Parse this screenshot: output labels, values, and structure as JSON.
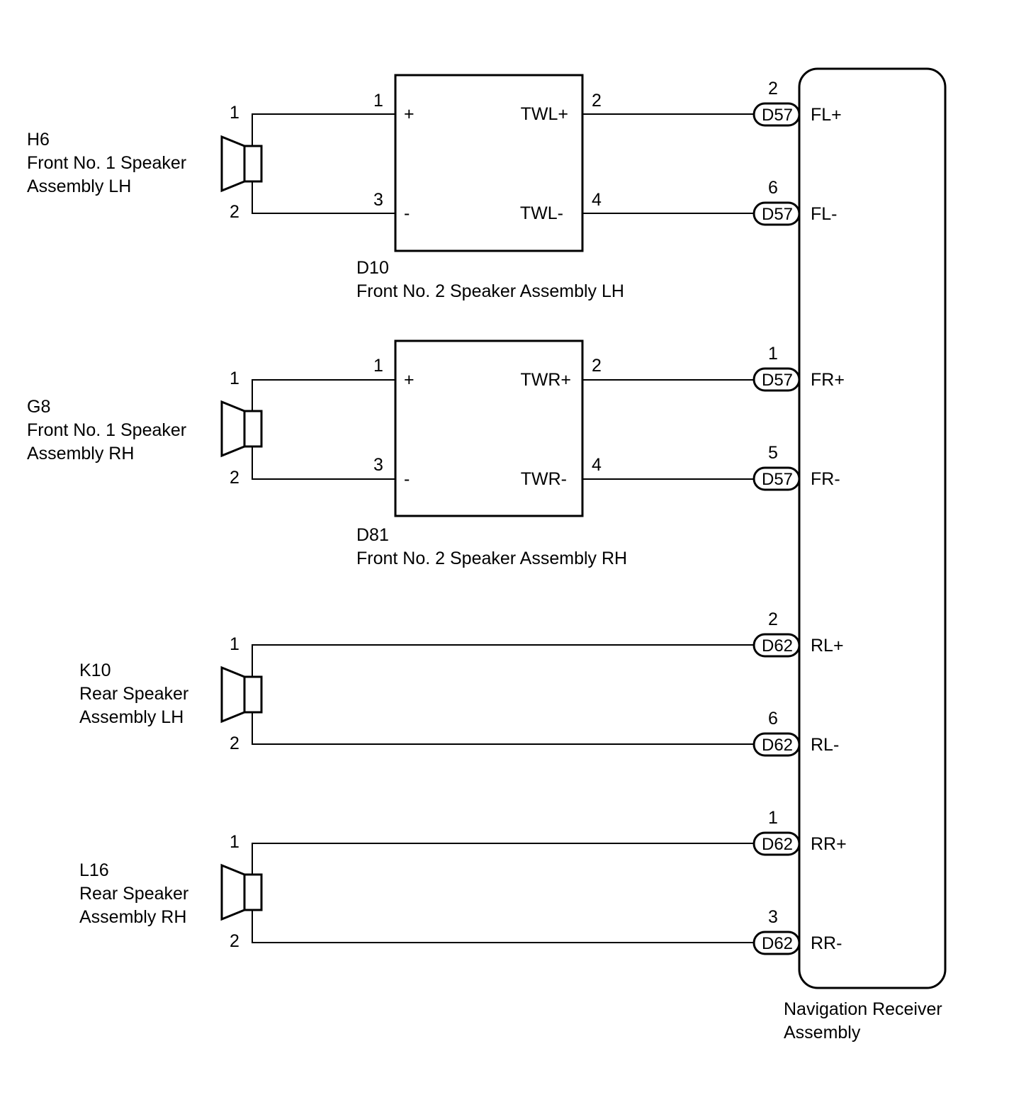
{
  "speakers": [
    {
      "code": "H6",
      "name1": "Front No. 1 Speaker",
      "name2": "Assembly LH",
      "pin_top": "1",
      "pin_bottom": "2"
    },
    {
      "code": "G8",
      "name1": "Front No. 1 Speaker",
      "name2": "Assembly RH",
      "pin_top": "1",
      "pin_bottom": "2"
    },
    {
      "code": "K10",
      "name1": "Rear Speaker",
      "name2": "Assembly LH",
      "pin_top": "1",
      "pin_bottom": "2"
    },
    {
      "code": "L16",
      "name1": "Rear Speaker",
      "name2": "Assembly RH",
      "pin_top": "1",
      "pin_bottom": "2"
    }
  ],
  "tweeters": [
    {
      "code": "D10",
      "name": "Front No. 2 Speaker Assembly LH",
      "in_pos_pin": "1",
      "in_neg_pin": "3",
      "in_pos": "+",
      "in_neg": "-",
      "out_pos": "TWL+",
      "out_neg": "TWL-",
      "out_pos_pin": "2",
      "out_neg_pin": "4"
    },
    {
      "code": "D81",
      "name": "Front No. 2 Speaker Assembly RH",
      "in_pos_pin": "1",
      "in_neg_pin": "3",
      "in_pos": "+",
      "in_neg": "-",
      "out_pos": "TWR+",
      "out_neg": "TWR-",
      "out_pos_pin": "2",
      "out_neg_pin": "4"
    }
  ],
  "receiver": {
    "name1": "Navigation Receiver",
    "name2": "Assembly",
    "terminals": [
      {
        "connector": "D57",
        "pin": "2",
        "label": "FL+"
      },
      {
        "connector": "D57",
        "pin": "6",
        "label": "FL-"
      },
      {
        "connector": "D57",
        "pin": "1",
        "label": "FR+"
      },
      {
        "connector": "D57",
        "pin": "5",
        "label": "FR-"
      },
      {
        "connector": "D62",
        "pin": "2",
        "label": "RL+"
      },
      {
        "connector": "D62",
        "pin": "6",
        "label": "RL-"
      },
      {
        "connector": "D62",
        "pin": "1",
        "label": "RR+"
      },
      {
        "connector": "D62",
        "pin": "3",
        "label": "RR-"
      }
    ]
  }
}
